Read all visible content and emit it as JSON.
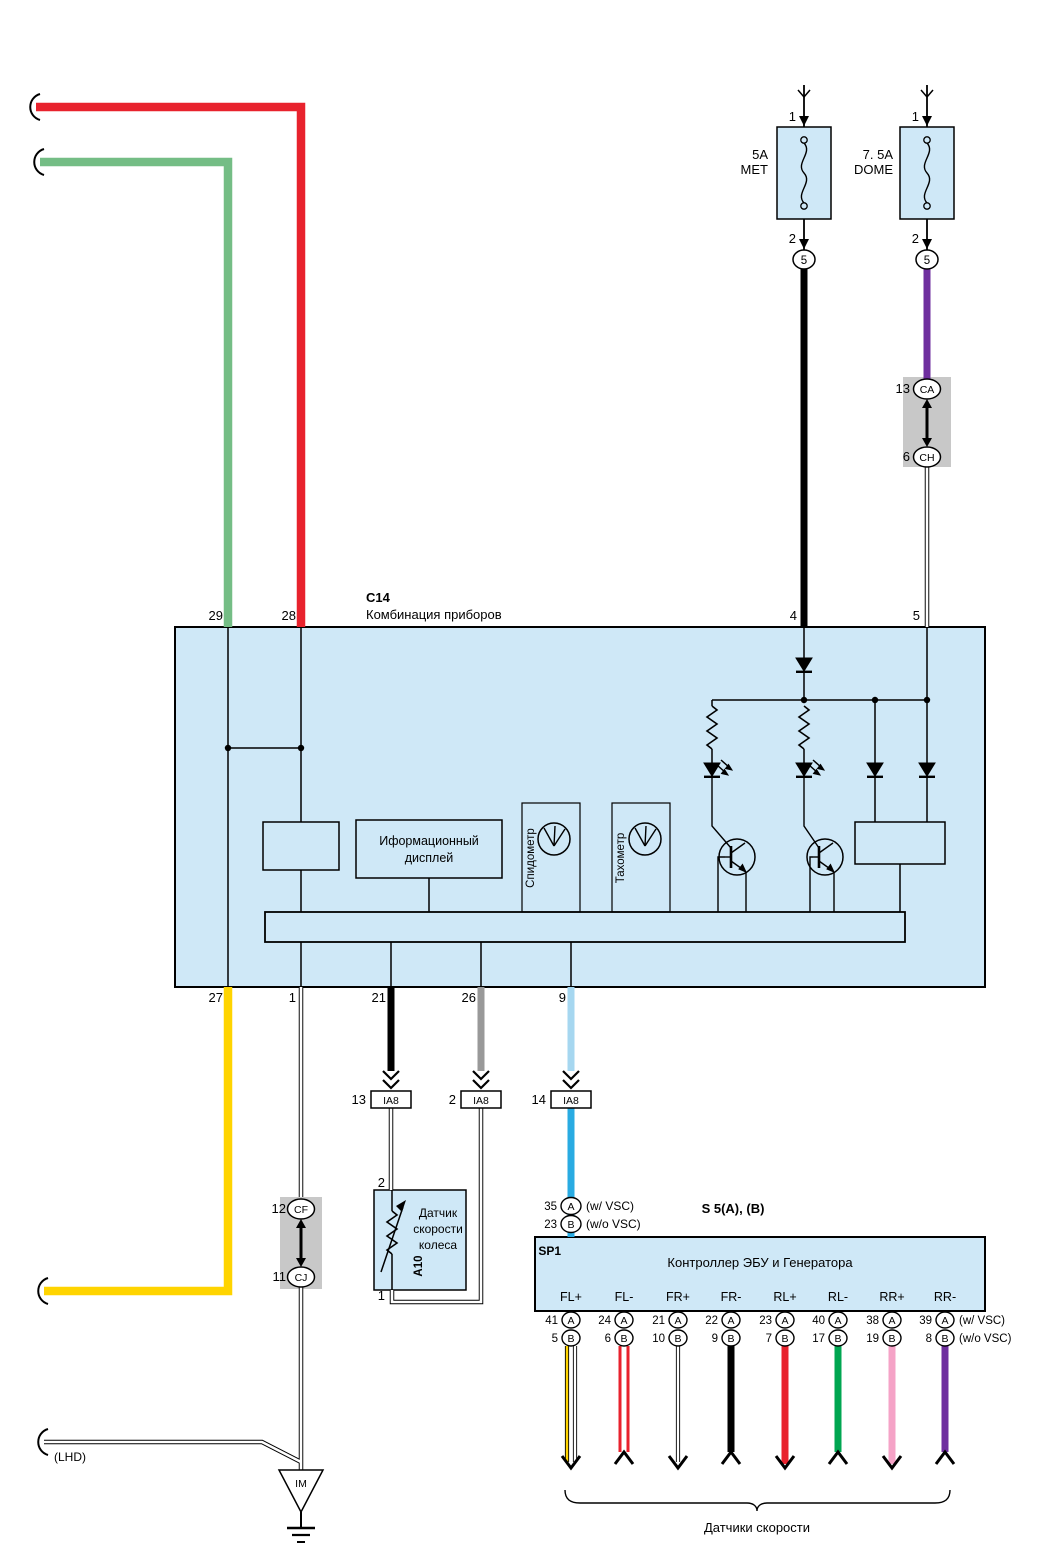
{
  "colors": {
    "red": "#e8222d",
    "green": "#74bd85",
    "yellow": "#ffd400",
    "purple": "#6f2f9f",
    "gray_wire": "#999999",
    "pale_blue": "#a6d7f0",
    "blue": "#29abe2",
    "pink": "#f5a3c7",
    "dark_green": "#00a651",
    "black": "#000000",
    "box_fill": "#cfe8f7",
    "connector_fill": "#c8c8c8"
  },
  "fuse_met": {
    "pin_top": "1",
    "pin_bottom": "2",
    "rating": "5A",
    "name": "MET",
    "connector": "5",
    "c14_pin": "4"
  },
  "fuse_dome": {
    "pin_top": "1",
    "pin_bottom": "2",
    "rating": "7. 5A",
    "name": "DOME",
    "connector": "5",
    "c14_pin": "5"
  },
  "conn_ca_ch": {
    "top_pin": "13",
    "top": "CA",
    "bottom_pin": "6",
    "bottom": "CH"
  },
  "conn_cf_cj": {
    "top_pin": "12",
    "top": "CF",
    "bottom_pin": "11",
    "bottom": "CJ"
  },
  "c14": {
    "code": "C14",
    "name": "Комбинация приборов",
    "pin_29": "29",
    "pin_28": "28",
    "pin_27": "27",
    "pin_1": "1",
    "pin_21": "21",
    "pin_26": "26",
    "pin_9": "9",
    "display": [
      "Иформационный",
      "дисплей"
    ],
    "speedometer": "Спидометр",
    "tachometer": "Тахометр"
  },
  "ia8_13": {
    "pin": "13",
    "label": "IA8"
  },
  "ia8_2": {
    "pin": "2",
    "label": "IA8"
  },
  "ia8_14": {
    "pin": "14",
    "label": "IA8"
  },
  "a10": {
    "code": "A10",
    "pin_top": "2",
    "pin_bottom": "1",
    "name": [
      "Датчик",
      "скорости",
      "колеса"
    ]
  },
  "sp1": {
    "label": "SP1",
    "row_a": {
      "pin": "35",
      "oval": "A",
      "note": "(w/ VSC)"
    },
    "row_b": {
      "pin": "23",
      "oval": "B",
      "note": "(w/o VSC)"
    }
  },
  "ecu": {
    "header": "S 5(A), (B)",
    "name": "Контроллер ЭБУ и Генератора",
    "oval_a": "A",
    "oval_b": "B",
    "note_a": "(w/ VSC)",
    "note_b": "(w/o VSC)",
    "columns": [
      {
        "label": "FL+",
        "pin_a": "41",
        "pin_b": "5"
      },
      {
        "label": "FL-",
        "pin_a": "24",
        "pin_b": "6"
      },
      {
        "label": "FR+",
        "pin_a": "21",
        "pin_b": "10"
      },
      {
        "label": "FR-",
        "pin_a": "22",
        "pin_b": "9"
      },
      {
        "label": "RL+",
        "pin_a": "23",
        "pin_b": "7"
      },
      {
        "label": "RL-",
        "pin_a": "40",
        "pin_b": "17"
      },
      {
        "label": "RR+",
        "pin_a": "38",
        "pin_b": "19"
      },
      {
        "label": "RR-",
        "pin_a": "39",
        "pin_b": "8"
      }
    ],
    "bottom_label": "Датчики скорости"
  },
  "lhd_label": "(LHD)",
  "ground_label": "IM"
}
